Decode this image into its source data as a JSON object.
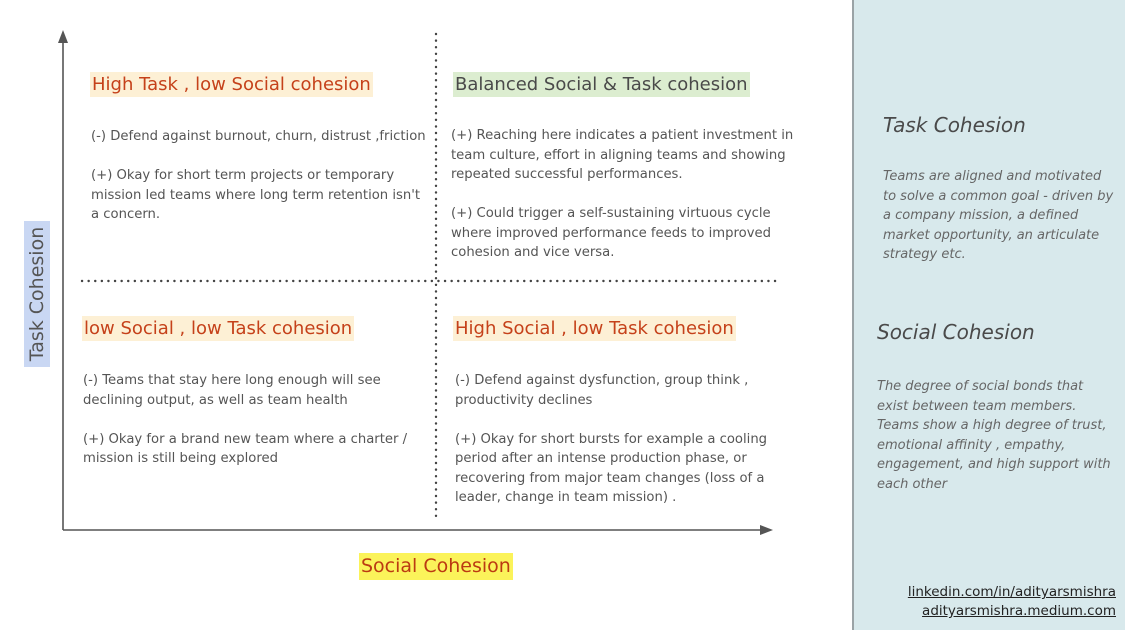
{
  "axes": {
    "y_label": "Task Cohesion",
    "x_label": "Social Cohesion"
  },
  "quadrants": {
    "top_left": {
      "title": "High Task , low Social cohesion",
      "paragraphs": [
        "(-) Defend against burnout, churn, distrust ,friction",
        "(+) Okay for short term projects or temporary mission led teams where long term retention isn't a concern."
      ]
    },
    "top_right": {
      "title": "Balanced Social & Task cohesion",
      "paragraphs": [
        "(+) Reaching here indicates a patient investment in team culture, effort in aligning teams and showing repeated successful performances.",
        "(+) Could trigger a self-sustaining virtuous cycle where improved performance feeds to improved cohesion and vice versa."
      ]
    },
    "bottom_left": {
      "title": "low Social , low Task cohesion",
      "paragraphs": [
        "(-) Teams that stay here long enough will see declining output, as well as team health",
        "(+) Okay for a brand new team where a charter / mission is still being explored"
      ]
    },
    "bottom_right": {
      "title": "High Social , low Task cohesion",
      "paragraphs": [
        "(-) Defend against dysfunction, group think , productivity declines",
        "(+) Okay for short bursts for example a cooling period after an intense production phase, or recovering from major team changes (loss of a leader, change in team mission) ."
      ]
    }
  },
  "definitions": {
    "task": {
      "title": "Task Cohesion",
      "text": "Teams are aligned and motivated to solve a common goal - driven by a company mission, a defined market opportunity, an articulate strategy etc."
    },
    "social": {
      "title": "Social Cohesion",
      "text": "The degree of social bonds that exist between team members. Teams show a high degree of trust, emotional affinity , empathy, engagement, and high support with each other"
    }
  },
  "links": {
    "linkedin": "linkedin.com/in/adityarsmishra",
    "medium": "adityarsmishra.medium.com"
  },
  "colors": {
    "title_red": "#c5411a",
    "peach_highlight": "#fdf0d5",
    "green_highlight": "#dcedd0",
    "yellow_highlight": "#fbf35a",
    "blue_highlight": "#c9d7f3",
    "panel_bg": "#d8e9ec"
  }
}
